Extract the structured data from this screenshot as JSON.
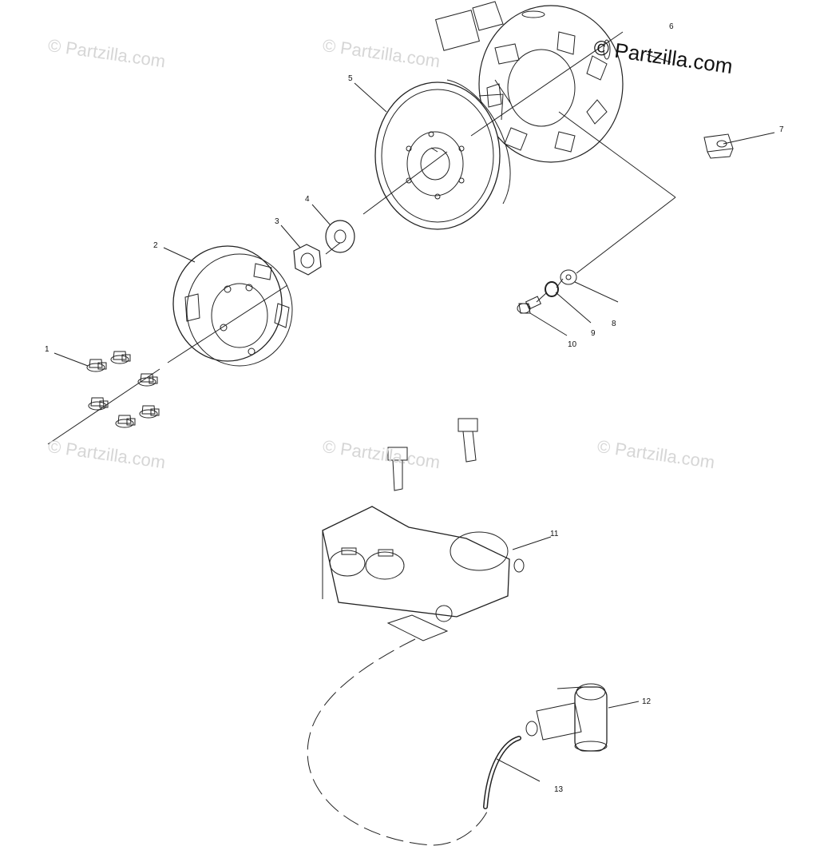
{
  "brand": "© Partzilla.com",
  "watermark": "© Partzilla.com",
  "callouts": [
    "1",
    "2",
    "3",
    "4",
    "5",
    "6",
    "7",
    "8",
    "9",
    "10",
    "11",
    "12",
    "13"
  ],
  "parts": [
    {
      "key": "bolt-flange",
      "icon": "flange-bolt-icon"
    },
    {
      "key": "flywheel-cover",
      "icon": "flywheel-cover-icon"
    },
    {
      "key": "nut",
      "icon": "hex-nut-icon"
    },
    {
      "key": "washer",
      "icon": "washer-icon"
    },
    {
      "key": "flywheel",
      "icon": "flywheel-icon"
    },
    {
      "key": "stator",
      "icon": "stator-icon"
    },
    {
      "key": "clip",
      "icon": "clip-icon"
    },
    {
      "key": "washer-small",
      "icon": "washer-icon"
    },
    {
      "key": "lock-washer",
      "icon": "lock-washer-icon"
    },
    {
      "key": "cap-screw",
      "icon": "cap-screw-icon"
    },
    {
      "key": "ignition-coil",
      "icon": "ignition-coil-icon"
    },
    {
      "key": "spark-plug-cap",
      "icon": "spark-plug-cap-icon"
    },
    {
      "key": "ignition-wire",
      "icon": "wire-icon"
    }
  ]
}
